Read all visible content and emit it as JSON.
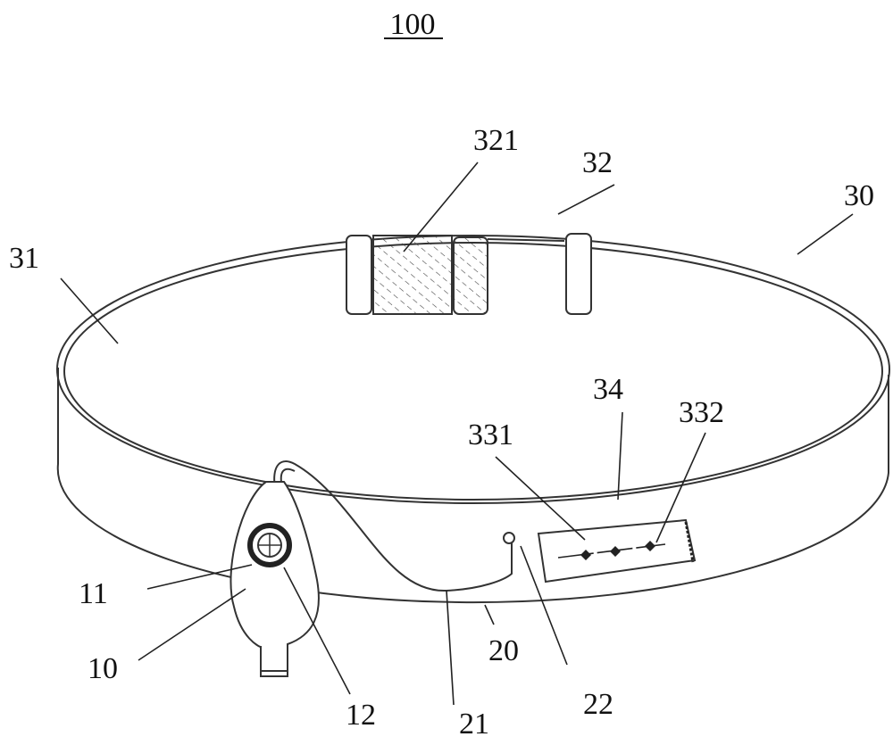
{
  "figure": {
    "title": "100",
    "labels": {
      "l321": "321",
      "l32": "32",
      "l30": "30",
      "l31": "31",
      "l34": "34",
      "l331": "331",
      "l332": "332",
      "l11": "11",
      "l10": "10",
      "l12": "12",
      "l20": "20",
      "l21": "21",
      "l22": "22"
    }
  }
}
